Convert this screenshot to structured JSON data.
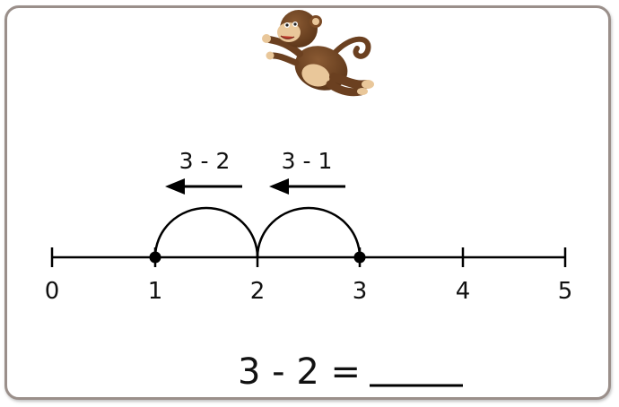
{
  "number_line": {
    "ticks": [
      "0",
      "1",
      "2",
      "3",
      "4",
      "5"
    ],
    "marked_points": [
      1,
      3
    ],
    "hops": [
      {
        "from": 3,
        "to": 2,
        "label": "3 - 1"
      },
      {
        "from": 2,
        "to": 1,
        "label": "3 - 2"
      }
    ]
  },
  "equation": {
    "text": "3 - 2 ="
  },
  "illustration": {
    "icon": "monkey-icon"
  }
}
